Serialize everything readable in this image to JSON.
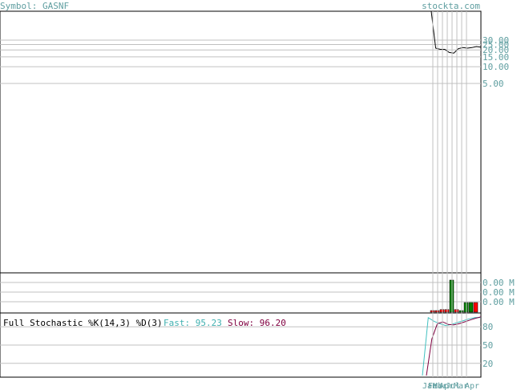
{
  "header": {
    "symbol_label": "Symbol: GASNF",
    "site": "stockta.com"
  },
  "colors": {
    "frame": "#000000",
    "grid": "#c0c0c0",
    "label": "#5f9ea0",
    "price_line": "#000000",
    "vol_up": "#008000",
    "vol_down": "#ff0000",
    "fast_line": "#40c0c0",
    "slow_line": "#800040",
    "fast_text": "#40b0b0",
    "slow_text": "#800040"
  },
  "chart_data": [
    {
      "type": "line",
      "panel": "price",
      "y_scale": "log",
      "yticks": [
        "30.00",
        "25.00",
        "20.00",
        "15.00",
        "10.00",
        "5.00"
      ],
      "x": [
        1,
        2,
        3,
        4,
        5,
        6,
        7,
        8,
        9,
        10,
        11,
        12
      ],
      "values": [
        100.0,
        21.5,
        20.5,
        20.5,
        18.0,
        17.5,
        21.0,
        22.0,
        21.5,
        22.0,
        23.0,
        22.5
      ]
    },
    {
      "type": "bar",
      "panel": "volume",
      "yticks": [
        "0.00 M",
        "0.00 M",
        "0.00 M"
      ],
      "bars": [
        {
          "x": 1,
          "value": 0.05,
          "dir": "down"
        },
        {
          "x": 2,
          "value": 0.05,
          "dir": "down"
        },
        {
          "x": 3,
          "value": 0.08,
          "dir": "down"
        },
        {
          "x": 4,
          "value": 0.08,
          "dir": "down"
        },
        {
          "x": 5,
          "value": 1.0,
          "dir": "up"
        },
        {
          "x": 6,
          "value": 0.08,
          "dir": "down"
        },
        {
          "x": 7,
          "value": 0.03,
          "dir": "up"
        },
        {
          "x": 8,
          "value": 0.3,
          "dir": "up"
        },
        {
          "x": 9,
          "value": 0.3,
          "dir": "up"
        },
        {
          "x": 10,
          "value": 0.3,
          "dir": "down"
        }
      ]
    },
    {
      "type": "line",
      "panel": "stochastic",
      "title": "Full Stochastic %K(14,3) %D(3)",
      "fast_label": "Fast: 95.23",
      "slow_label": "Slow: 96.20",
      "ylim": [
        0,
        100
      ],
      "yticks": [
        "80",
        "50",
        "20"
      ],
      "series": [
        {
          "name": "Fast",
          "values": [
            0,
            95,
            89,
            85,
            82,
            84,
            87,
            90,
            93,
            95,
            95.23
          ]
        },
        {
          "name": "Slow",
          "values": [
            0,
            60,
            85,
            88,
            84,
            83,
            85,
            88,
            91,
            94,
            96.2
          ]
        }
      ]
    }
  ],
  "x_axis": {
    "labels": [
      "Jan",
      "Feb",
      "Mar",
      "Apr",
      "Jul",
      "Mar",
      "Apr"
    ]
  }
}
